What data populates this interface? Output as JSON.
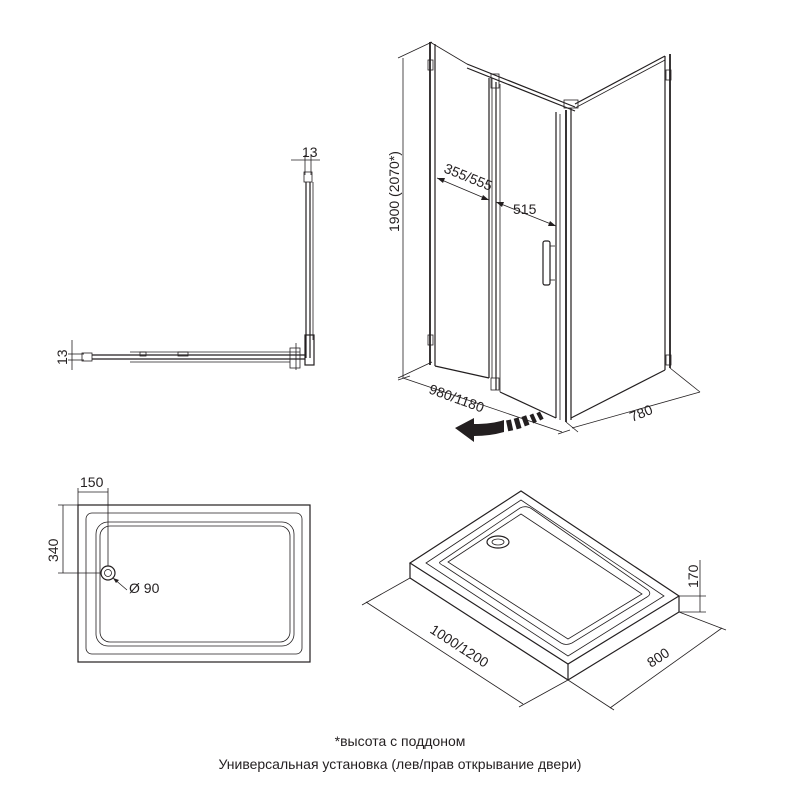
{
  "plan_view": {
    "dim_top": "13",
    "dim_left": "13"
  },
  "enclosure": {
    "height": "1900 (2070*)",
    "fixed_panel": "355/555",
    "door_opening": "515",
    "width": "980/1180",
    "depth": "780"
  },
  "tray_top": {
    "drain_offset_x": "150",
    "drain_offset_y": "340",
    "drain_diameter": "Ø 90"
  },
  "tray_3d": {
    "height": "170",
    "length": "1000/1200",
    "width": "800"
  },
  "notes": {
    "line1": "*высота с поддоном",
    "line2": "Универсальная установка (лев/прав открывание двери)"
  },
  "colors": {
    "stroke": "#231f20",
    "background": "#ffffff"
  }
}
